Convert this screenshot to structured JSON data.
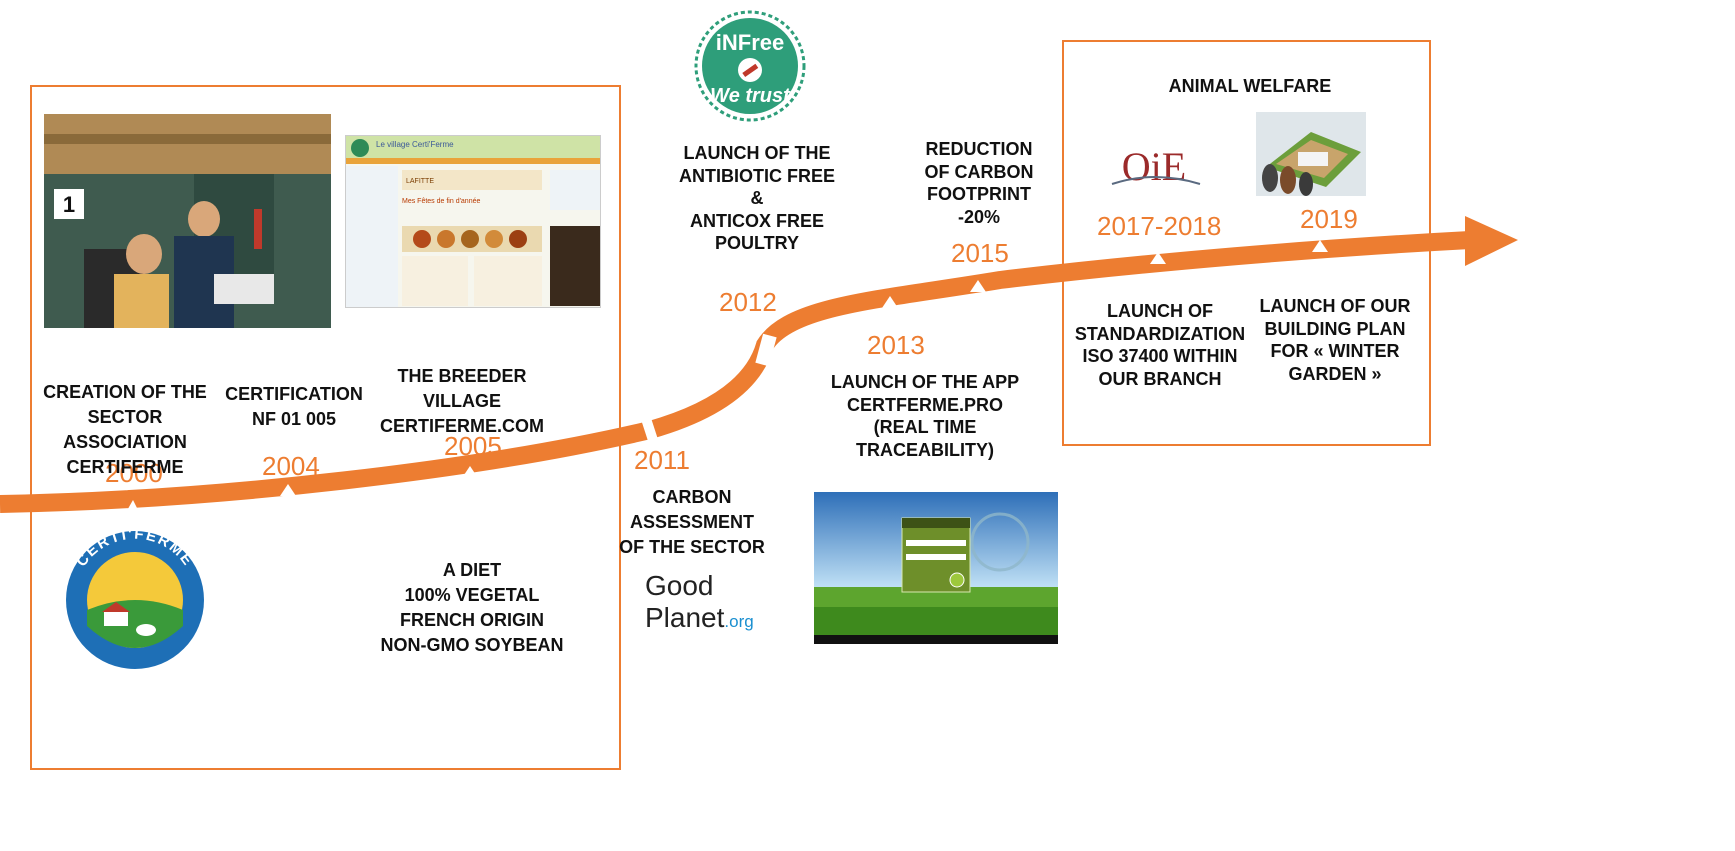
{
  "timeline": {
    "accent_color": "#ED7D31",
    "years": {
      "y2000": "2000",
      "y2004": "2004",
      "y2005": "2005",
      "y2011": "2011",
      "y2012": "2012",
      "y2013": "2013",
      "y2015": "2015",
      "y2017": "2017-2018",
      "y2019": "2019"
    },
    "labels": {
      "creation": "CREATION OF THE\nSECTOR ASSOCIATION\nCERTIFERME",
      "certification": "CERTIFICATION\nNF 01 005",
      "breeder_village": "THE BREEDER VILLAGE\nCERTIFERME.COM",
      "diet": "A DIET\n100% VEGETAL\nFRENCH ORIGIN\nNON-GMO SOYBEAN",
      "carbon_assessment": "CARBON\nASSESSMENT\nOF THE SECTOR",
      "antibiotic": "LAUNCH OF THE\nANTIBIOTIC FREE\n&\nANTICOX FREE\nPOULTRY",
      "app": "LAUNCH OF THE APP\nCERTFERME.PRO\n(REAL TIME\nTRACEABILITY)",
      "carbon_reduction": "REDUCTION\nOF CARBON\nFOOTPRINT\n-20%",
      "animal_welfare": "ANIMAL WELFARE",
      "iso": "LAUNCH OF\nSTANDARDIZATION\nISO 37400 WITHIN\nOUR BRANCH",
      "building_plan": "LAUNCH OF OUR\nBUILDING PLAN\nFOR  « WINTER\nGARDEN »"
    },
    "logos": {
      "infree_top": "iNFree",
      "infree_bottom": "We trust",
      "oie": "OiE",
      "good": "Good",
      "planet": "Planet",
      "org": ".org",
      "certiferme": "CERTI'FERME"
    }
  }
}
